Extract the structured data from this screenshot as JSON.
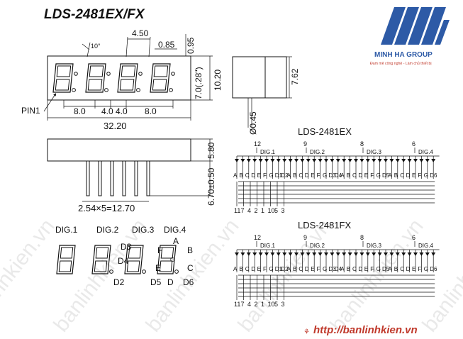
{
  "title": "LDS-2481EX/FX",
  "logo": {
    "company": "MINH HA GROUP",
    "tagline": "Đam mê công nghệ - Làm chủ thiết bị",
    "brand_color": "#2d5aa6"
  },
  "website": "http://banlinhkien.vn",
  "watermark": "banlinhkien.vn",
  "front_view": {
    "pin1": "PIN1",
    "angle": "10°",
    "dims": {
      "d450": "4.50",
      "d085": "0.85",
      "d095": "0.95",
      "d8_a": "8.0",
      "d4_a": "4.0",
      "d4_b": "4.0",
      "d8_b": "8.0",
      "d7_28": "7.0(.28\")",
      "d10_20": "10.20",
      "d32_20": "32.20"
    }
  },
  "side_view": {
    "d762": "7.62",
    "d045": "Ø0.45"
  },
  "bottom_view": {
    "d580": "5.80",
    "d670": "6.70±0.50",
    "pitch": "2.54×5=12.70"
  },
  "digit_map": {
    "digits": [
      "DIG.1",
      "DIG.2",
      "DIG.3",
      "DIG.4"
    ],
    "dp_labels": [
      "D3",
      "D4",
      "D2",
      "D5",
      "D6"
    ],
    "seg_labels": [
      "A",
      "F",
      "B",
      "E",
      "C",
      "D",
      "G"
    ]
  },
  "circuits": [
    {
      "name": "LDS-2481EX",
      "common_pins": [
        "12",
        "9",
        "8",
        "6"
      ],
      "digit_labels": [
        "DIG.1",
        "DIG.2",
        "DIG.3",
        "DIG.4"
      ],
      "segments": [
        "A",
        "B",
        "C",
        "D",
        "E",
        "F",
        "G",
        "D1",
        "D2",
        "A",
        "B",
        "C",
        "D",
        "E",
        "F",
        "G",
        "D3",
        "D4",
        "A",
        "B",
        "C",
        "D",
        "E",
        "F",
        "G",
        "D5",
        "A",
        "B",
        "C",
        "D",
        "E",
        "F",
        "G",
        "D6"
      ],
      "bottom_pins": [
        "11",
        "7",
        "4",
        "2",
        "1",
        "10",
        "5",
        "3"
      ]
    },
    {
      "name": "LDS-2481FX",
      "common_pins": [
        "12",
        "9",
        "8",
        "6"
      ],
      "digit_labels": [
        "DIG.1",
        "DIG.2",
        "DIG.3",
        "DIG.4"
      ],
      "segments": [
        "A",
        "B",
        "C",
        "D",
        "E",
        "F",
        "G",
        "D1",
        "D2",
        "A",
        "B",
        "C",
        "D",
        "E",
        "F",
        "G",
        "D3",
        "D4",
        "A",
        "B",
        "C",
        "D",
        "E",
        "F",
        "G",
        "D5",
        "A",
        "B",
        "C",
        "D",
        "E",
        "F",
        "G",
        "D6"
      ],
      "bottom_pins": [
        "11",
        "7",
        "4",
        "2",
        "1",
        "10",
        "5",
        "3"
      ]
    }
  ]
}
